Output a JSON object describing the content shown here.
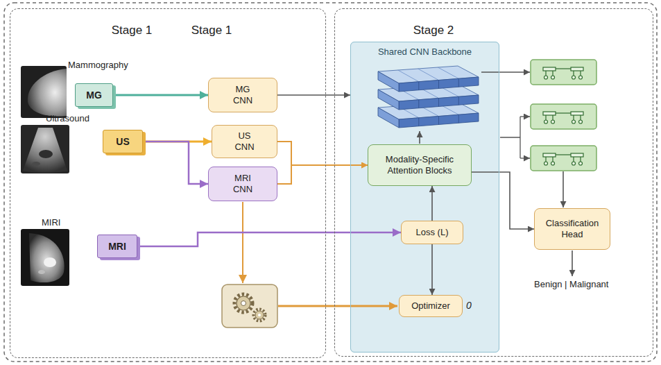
{
  "diagram": {
    "nodes": [
      {
        "text": [
          "Stage 1",
          "Stage 1"
        ]
      },
      {
        "text": [
          "MG"
        ],
        "in": 0
      },
      {
        "text": [
          "MG CNN"
        ],
        "in": 0
      },
      {
        "text": [
          "US"
        ],
        "in": 0
      },
      {
        "text": [
          "US CNN"
        ],
        "in": 0
      },
      {
        "text": [
          "MRI CNN"
        ],
        "in": 0
      },
      {
        "text": [
          "MRI"
        ],
        "in": 0
      },
      {
        "text": [
          "Stage 2"
        ]
      },
      {
        "text": [
          "Shared CNN Backbone"
        ],
        "in": 7
      },
      {
        "text": [
          "Modality-Specific Attention Blocks"
        ],
        "in": 8
      },
      {
        "text": [
          "Loss (L)"
        ],
        "in": 8
      },
      {
        "text": [
          "Optimizer"
        ],
        "in": 8
      },
      {
        "text": [
          "Classification Head"
        ],
        "in": 7
      }
    ],
    "edges": [
      {
        "from": 1,
        "to": 2,
        "arrow": "to"
      },
      {
        "from": 2,
        "to": 8,
        "arrow": "to"
      },
      {
        "from": 3,
        "to": 4,
        "arrow": "to"
      },
      {
        "from": 3,
        "to": 5,
        "arrow": "to"
      },
      {
        "from": 6,
        "to": 10,
        "arrow": "to"
      },
      {
        "from": 4,
        "to": 9,
        "arrow": "to"
      },
      {
        "from": 5,
        "to": 9,
        "arrow": "to"
      },
      {
        "from": 10,
        "to": 9,
        "arrow": "to"
      },
      {
        "from": 10,
        "to": 11,
        "arrow": "to"
      },
      {
        "from": 9,
        "to": 12,
        "arrow": "to"
      }
    ],
    "labels": [
      "Mammography",
      "Ultrasound",
      "MIRI",
      "0",
      "Benign | Malignant"
    ]
  }
}
